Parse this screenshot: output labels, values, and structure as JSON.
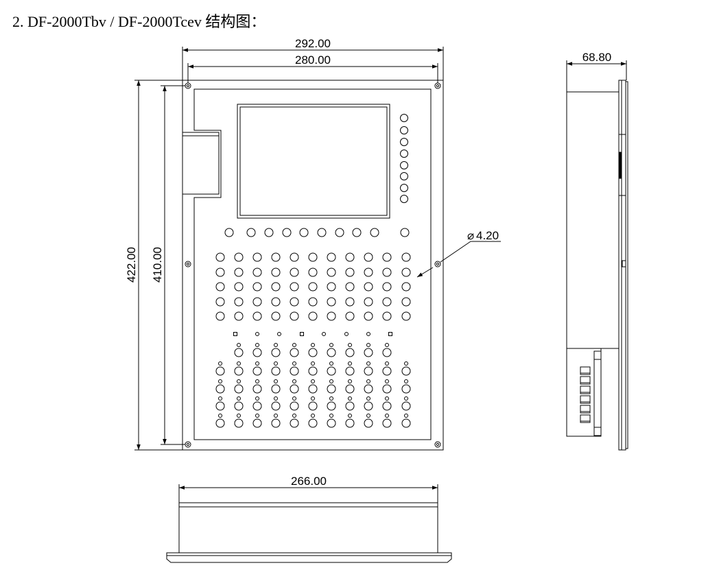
{
  "title": "2.  DF-2000Tbv / DF-2000Tcev 结构图：",
  "dimensions": {
    "outer_width": "292.00",
    "inner_width": "280.00",
    "outer_height": "422.00",
    "inner_height": "410.00",
    "hole_diameter": "4.20",
    "depth": "68.80",
    "bottom_width": "266.00"
  },
  "symbols": {
    "diameter": "⌀"
  },
  "colors": {
    "line": "#000000",
    "background": "#ffffff"
  }
}
